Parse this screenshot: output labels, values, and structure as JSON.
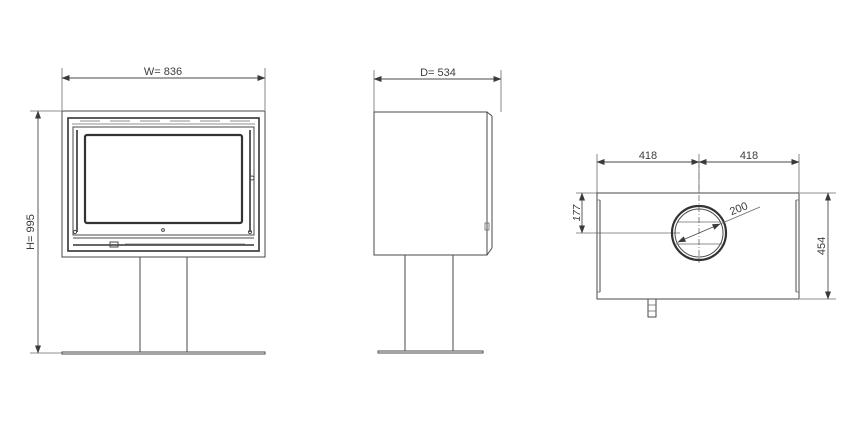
{
  "drawing": {
    "front_view": {
      "width_label": "W= 836",
      "height_label": "H= 995"
    },
    "side_view": {
      "depth_label": "D= 534"
    },
    "top_view": {
      "half_width_left_label": "418",
      "half_width_right_label": "418",
      "flue_diameter_label": "200",
      "depth_label": "454",
      "flue_offset_label": "177"
    }
  }
}
